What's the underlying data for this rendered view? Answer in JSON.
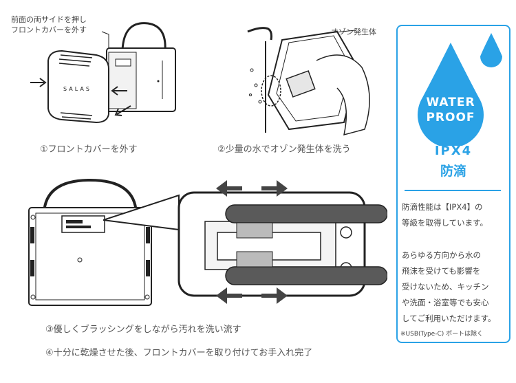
{
  "step1_note": [
    "前面の両サイドを押し",
    "フロントカバーを外す"
  ],
  "ozone_label": "オゾン発生体",
  "device_brand": "SALAS",
  "step1_caption": "①フロントカバーを外す",
  "step2_caption": "②少量の水でオゾン発生体を洗う",
  "step3_caption": "③優しくブラッシングをしながら汚れを洗い流す",
  "step4_caption": "④十分に乾燥させた後、フロントカバーを取り付けてお手入れ完了",
  "badge": {
    "water": "WATER",
    "proof": "PROOF",
    "rating": "IPX4",
    "type": "防滴",
    "desc1": [
      "防滴性能は【IPX4】の",
      "等級を取得しています。"
    ],
    "desc2": [
      "あらゆる方向から水の",
      "飛沫を受けても影響を",
      "受けないため、キッチン",
      "や洗面・浴室等でも安心",
      "してご利用いただけます。"
    ],
    "footnote": "※USB(Type-C) ポートは除く",
    "color": "#2aa2e6"
  }
}
